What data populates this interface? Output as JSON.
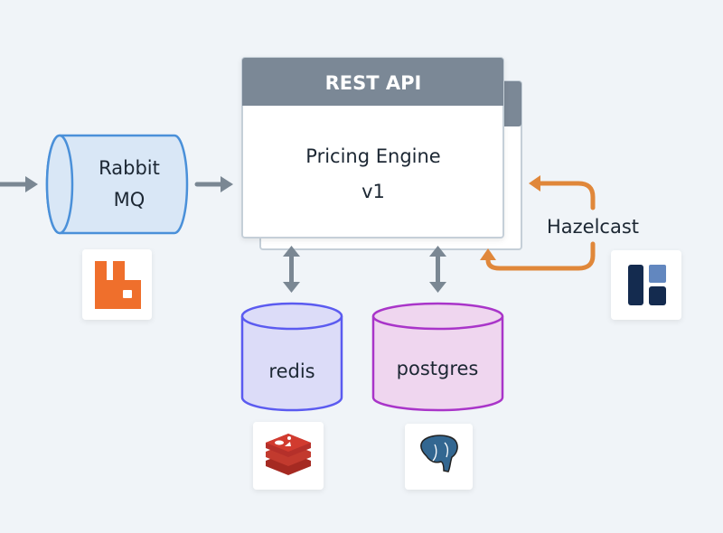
{
  "nodes": {
    "rabbitmq": {
      "line1": "Rabbit",
      "line2": "MQ"
    },
    "rest_api": {
      "header": "REST API"
    },
    "pricing_engine": {
      "line1": "Pricing Engine",
      "line2": "v1"
    },
    "redis": {
      "label": "redis"
    },
    "postgres": {
      "label": "postgres"
    },
    "hazelcast": {
      "label": "Hazelcast"
    }
  },
  "icons": {
    "rabbitmq": "rabbitmq-logo-icon",
    "redis": "redis-logo-icon",
    "postgres": "postgresql-elephant-icon",
    "hazelcast": "hazelcast-logo-icon"
  },
  "colors": {
    "background": "#f0f4f8",
    "arrow_gray": "#7a8793",
    "hazelcast_arrow": "#e0873a",
    "rabbit_fill": "#d9e7f6",
    "rabbit_stroke": "#4a90d9",
    "redis_fill": "#dcdcf8",
    "redis_stroke": "#5b5bf0",
    "postgres_fill": "#efd6ef",
    "postgres_stroke": "#a935c9",
    "header": "#7b8896"
  }
}
